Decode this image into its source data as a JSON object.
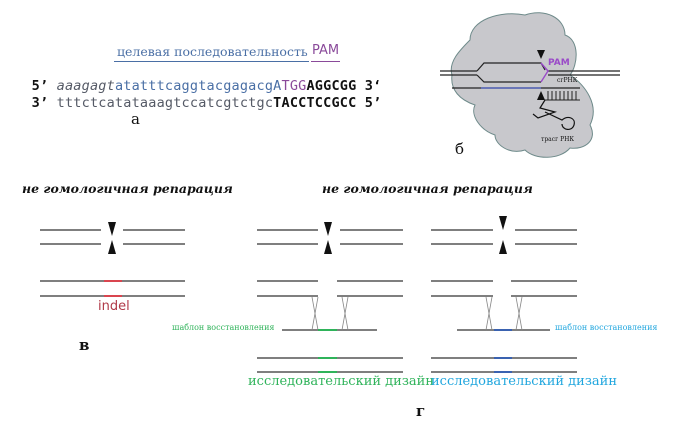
{
  "panel_a": {
    "label": "а",
    "target_label": "целевая последовательность",
    "pam_label": "PAM",
    "top_strand": {
      "prefix": "5’ ",
      "flank": "aaagagt",
      "target": "atatttcaggtacgagacgA",
      "pam": "TGG",
      "rest": "AGGCGG",
      "suffix": " 3‘"
    },
    "bottom_strand": {
      "prefix": "3’ ",
      "flank": "tttctcatataaagtccatcgtctgc",
      "rest": "TACCTCCGCC",
      "suffix": " 5’"
    }
  },
  "panel_b": {
    "label": "б",
    "pam_label": "PAM",
    "sgrna_label": "сгРНК",
    "tracr_label": "трасг РНК"
  },
  "panel_c": {
    "label": "в",
    "heading": "не гомологичная репарация",
    "indel_label": "indel"
  },
  "panel_d": {
    "label": "г",
    "heading": "не гомологичная репарация",
    "left": {
      "template_label": "шаблон восстановления",
      "result_label": "исследовательский дизайн"
    },
    "right": {
      "template_label": "шаблон восстановления",
      "result_label": "исследовательский дизайн"
    }
  },
  "colors": {
    "target_blue": "#4a6fa5",
    "pam_purple": "#8a4a9a",
    "indel_red": "#d9454f",
    "insert_green": "#2fb35a",
    "insert_blue": "#3a62b0",
    "label_cyan": "#20a6de",
    "cas9_gray": "#c8c8cc"
  }
}
